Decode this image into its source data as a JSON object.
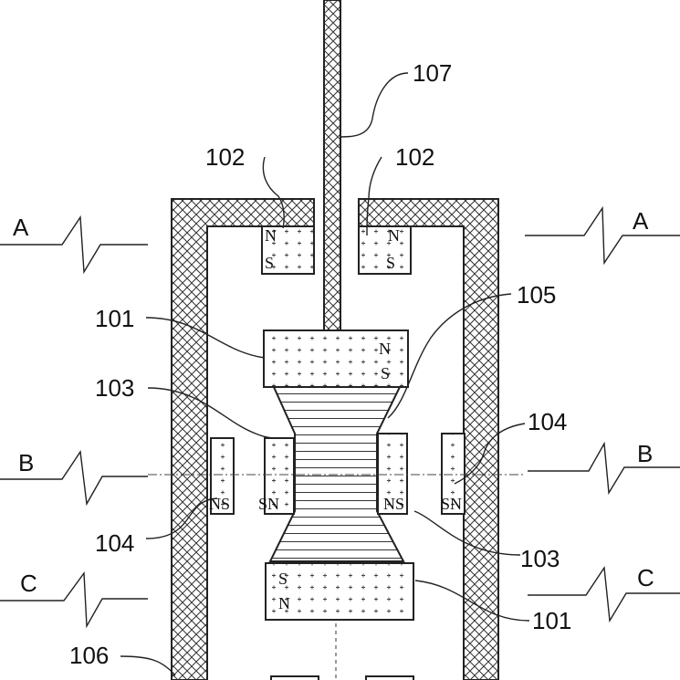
{
  "labels": {
    "l107": "107",
    "l102a": "102",
    "l102b": "102",
    "l105": "105",
    "l101a": "101",
    "l101b": "101",
    "l103a": "103",
    "l103b": "103",
    "l104a": "104",
    "l104b": "104",
    "l106": "106"
  },
  "sections": {
    "a_left": "A",
    "a_right": "A",
    "b_left": "B",
    "b_right": "B",
    "c_left": "C",
    "c_right": "C"
  },
  "poles": {
    "top_left_n": "N",
    "top_left_s": "S",
    "top_right_n": "N",
    "top_right_s": "S",
    "upper_main_n": "N",
    "upper_main_s": "S",
    "lower_main_s": "S",
    "lower_main_n": "N",
    "side_outer_left": "NS",
    "side_inner_left": "SN",
    "side_inner_right": "NS",
    "side_outer_right": "SN"
  }
}
